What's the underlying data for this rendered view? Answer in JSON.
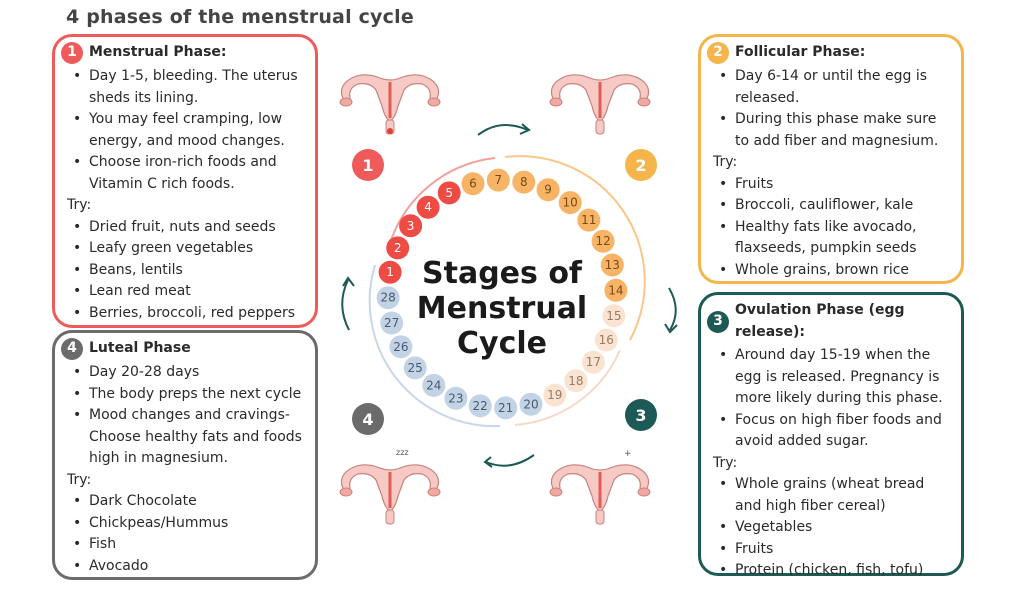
{
  "page_title": "4 phases of the menstrual cycle",
  "center_title": [
    "Stages of",
    "Menstrual",
    "Cycle"
  ],
  "colors": {
    "menstrual": "#ef5b5b",
    "follicular": "#f5b54a",
    "ovulation": "#1e5a55",
    "luteal": "#6b6b6b",
    "day_menstrual": "#ee4b44",
    "day_follicular": "#f7b466",
    "day_ovulation": "#fbe3d2",
    "day_luteal": "#c3d3e6",
    "arrow": "#1e5a55"
  },
  "phases": {
    "menstrual": {
      "number": "1",
      "title": "Menstrual Phase:",
      "bullets": [
        "Day 1-5, bleeding. The uterus sheds its lining.",
        "You may feel cramping, low energy, and mood changes.",
        "Choose iron-rich foods and Vitamin C rich foods."
      ],
      "try_label": "Try:",
      "try_items": [
        "Dried fruit, nuts and seeds",
        "Leafy green vegetables",
        "Beans, lentils",
        "Lean red meat",
        "Berries, broccoli, red peppers"
      ]
    },
    "follicular": {
      "number": "2",
      "title": "Follicular Phase:",
      "bullets": [
        "Day 6-14 or until the egg is released.",
        "During this phase make sure to add fiber and magnesium."
      ],
      "try_label": "Try:",
      "try_items": [
        "Fruits",
        "Broccoli, cauliflower, kale",
        "Healthy fats like avocado, flaxseeds, pumpkin seeds",
        "Whole grains, brown rice"
      ]
    },
    "ovulation": {
      "number": "3",
      "title": "Ovulation Phase (egg release):",
      "bullets": [
        "Around day 15-19 when the egg is released. Pregnancy is more likely during this phase.",
        "Focus on high fiber foods and avoid added sugar."
      ],
      "try_label": "Try:",
      "try_items": [
        "Whole grains (wheat bread and high fiber cereal)",
        "Vegetables",
        "Fruits",
        "Protein (chicken, fish, tofu)"
      ]
    },
    "luteal": {
      "number": "4",
      "title": "Luteal Phase",
      "bullets": [
        "Day 20-28 days",
        "The body preps the next cycle",
        "Mood changes and cravings- Choose healthy fats and foods high in magnesium."
      ],
      "try_label": "Try:",
      "try_items": [
        "Dark Chocolate",
        "Chickpeas/Hummus",
        "Fish",
        "Avocado"
      ]
    }
  },
  "day_labels": [
    "1",
    "2",
    "3",
    "4",
    "5",
    "6",
    "7",
    "8",
    "9",
    "10",
    "11",
    "12",
    "13",
    "14",
    "15",
    "16",
    "17",
    "18",
    "19",
    "20",
    "21",
    "22",
    "23",
    "24",
    "25",
    "26",
    "27",
    "28"
  ],
  "sleep_label": "zzz",
  "ovulation_icon_label": "+"
}
